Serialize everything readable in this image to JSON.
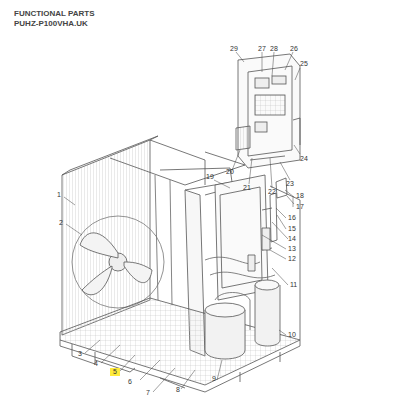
{
  "diagram": {
    "title": "FUNCTIONAL PARTS",
    "labels": [
      "PUHZ-P100VHA.UK",
      "29",
      "27",
      "28",
      "26",
      "25",
      "24",
      "20",
      "21",
      "22",
      "23",
      "19",
      "18",
      "17",
      "16",
      "15",
      "14",
      "13",
      "12",
      "11",
      "10",
      "1",
      "2",
      "3",
      "4",
      "5",
      "6",
      "7",
      "8",
      "9"
    ]
  }
}
